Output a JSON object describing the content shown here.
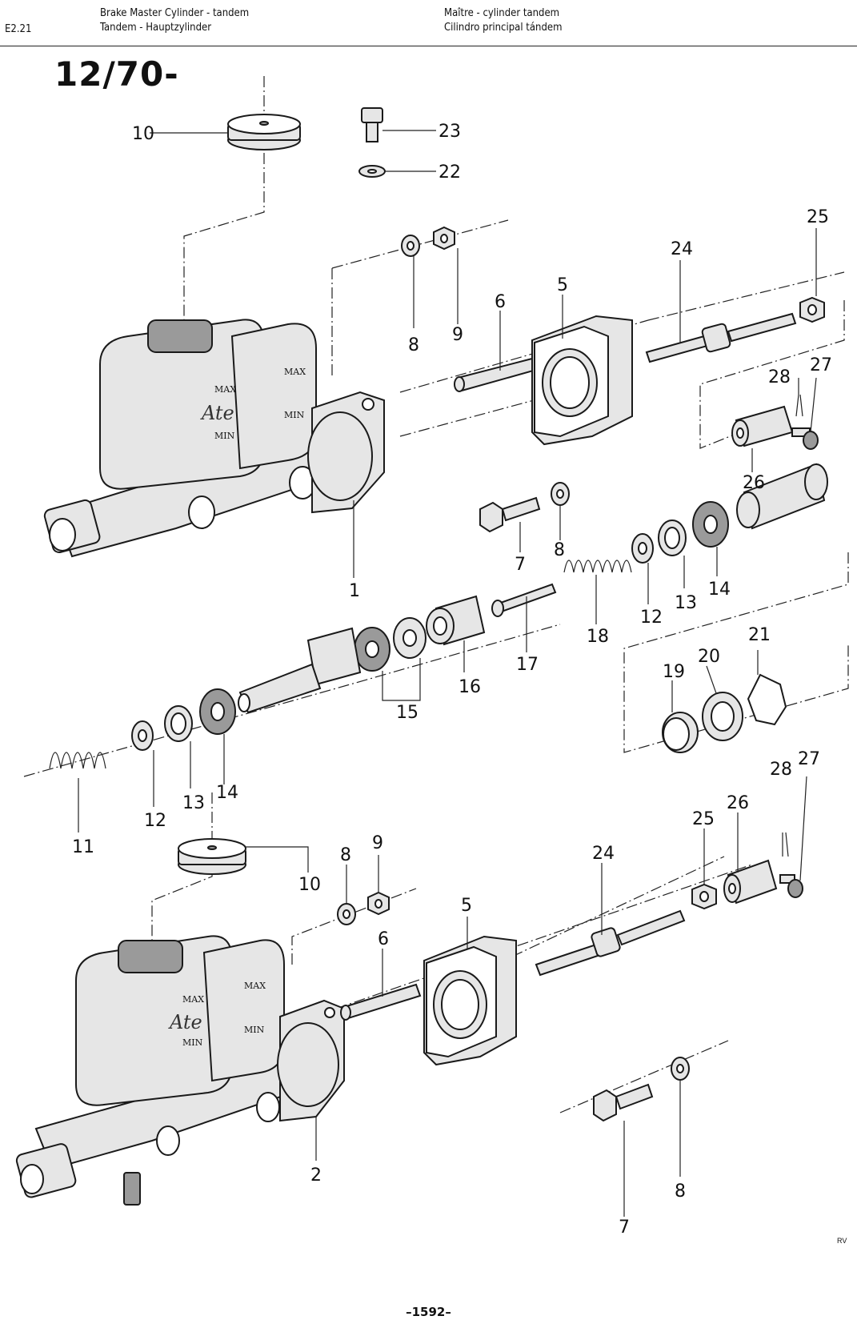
{
  "header": {
    "section_code": "E2.21",
    "left_line1": "Brake Master Cylinder - tandem",
    "left_line2": "Tandem - Hauptzylinder",
    "right_line1": "Maître - cylinder tandem",
    "right_line2": "Cilindro principal tándem"
  },
  "model_range": "12/70-",
  "tank_labels": {
    "max": "MAX",
    "min": "MIN",
    "brand": "Ate"
  },
  "callouts": {
    "c10": "10",
    "c23": "23",
    "c22": "22",
    "c25": "25",
    "c24": "24",
    "c5": "5",
    "c6": "6",
    "c8": "8",
    "c9": "9",
    "c28": "28",
    "c27": "27",
    "c26": "26",
    "c1": "1",
    "c7": "7",
    "c8b": "8",
    "c18": "18",
    "c12": "12",
    "c13": "13",
    "c14": "14",
    "c17": "17",
    "c16": "16",
    "c15": "15",
    "c21": "21",
    "c20": "20",
    "c19": "19",
    "c11": "11",
    "c12b": "12",
    "c13b": "13",
    "c14b": "14",
    "c10b": "10",
    "c8c": "8",
    "c9b": "9",
    "c6b": "6",
    "c5b": "5",
    "c24b": "24",
    "c25b": "25",
    "c26b": "26",
    "c28b": "28",
    "c27b": "27",
    "c2": "2",
    "c8d": "8",
    "c7b": "7"
  },
  "page_number": "–1592–",
  "artist_mark": "RV"
}
